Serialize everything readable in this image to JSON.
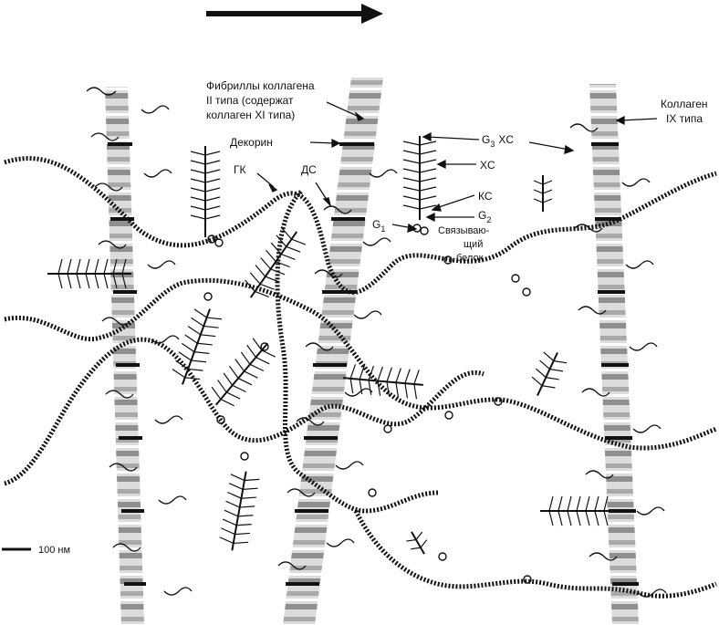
{
  "labels": {
    "fibrils_line1": "Фибриллы коллагена",
    "fibrils_line2": "II типа (содержат",
    "fibrils_line3": "коллаген XI типа)",
    "decorin": "Декорин",
    "hk": "ГК",
    "ds": "ДС",
    "g3": "G",
    "g3_sub": "3",
    "xc_top": "XC",
    "xc": "XC",
    "kc": "КС",
    "g2": "G",
    "g2_sub": "2",
    "g1": "G",
    "g1_sub": "1",
    "link1": "Связываю-",
    "link2": "щий",
    "link3": "белок",
    "col9_line1": "Коллаген",
    "col9_line2": "IX типа",
    "scale": "100 нм"
  },
  "colors": {
    "ink": "#111111",
    "fibril_light": "#d9d9d9",
    "fibril_mid": "#a8a8a8",
    "fibril_dark": "#1a1a1a"
  },
  "elements": {
    "direction_arrow": "arrow-right-icon",
    "fibrils": [
      "collagen-fibril-1",
      "collagen-fibril-2",
      "collagen-fibril-3"
    ],
    "chains": [
      "hyaluronan-chain-1",
      "hyaluronan-chain-2",
      "hyaluronan-chain-3",
      "hyaluronan-chain-4",
      "hyaluronan-chain-5"
    ],
    "aggrecans": [
      "aggrecan-1",
      "aggrecan-2",
      "aggrecan-3",
      "aggrecan-4",
      "aggrecan-5",
      "aggrecan-6",
      "aggrecan-7",
      "aggrecan-8",
      "aggrecan-9",
      "aggrecan-10",
      "aggrecan-11",
      "aggrecan-12"
    ]
  }
}
